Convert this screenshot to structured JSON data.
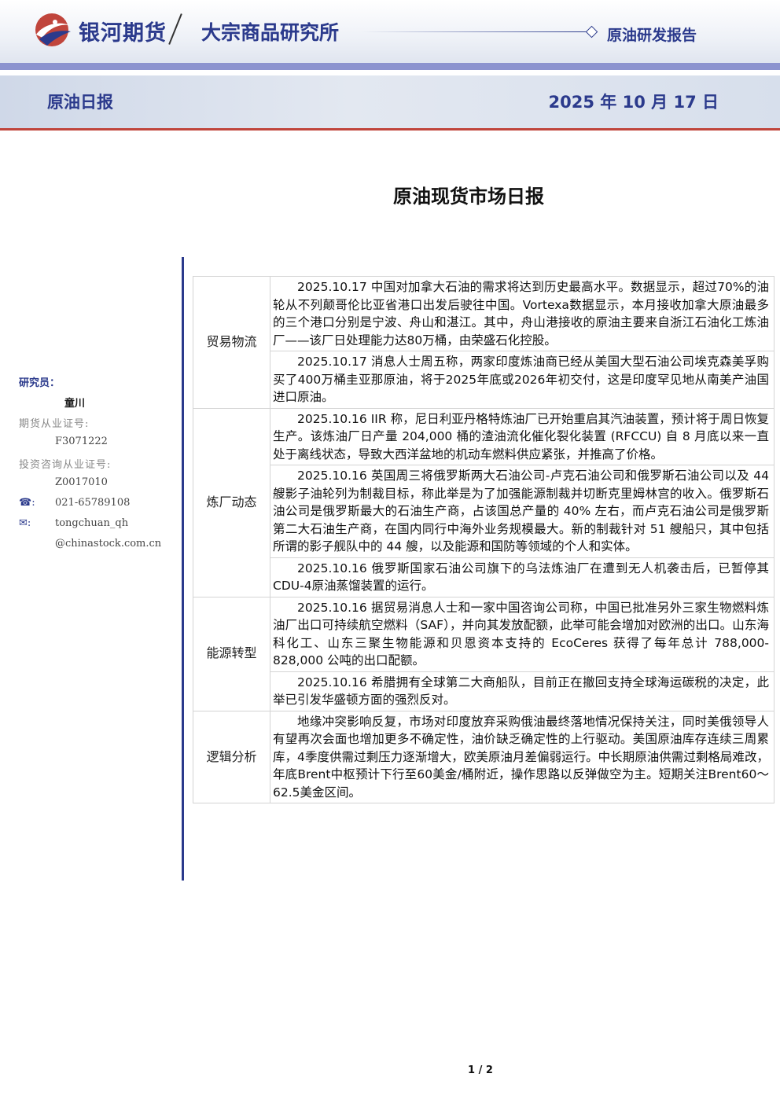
{
  "header": {
    "brand": "银河期货",
    "institute": "大宗商品研究所",
    "report_type": "原油研发报告",
    "daily_title": "原油日报",
    "date": "2025 年 10 月 17 日",
    "accent_color": "#2b3a8c",
    "red_color": "#c0453c"
  },
  "main_title": "原油现货市场日报",
  "sidebar": {
    "researcher_label": "研究员：",
    "researcher_name": "童川",
    "futures_cert_label": "期货从业证号:",
    "futures_cert": "F3071222",
    "advisory_cert_label": "投资咨询从业证号:",
    "advisory_cert": "Z0017010",
    "phone_icon": "☎:",
    "phone": "021-65789108",
    "email_icon": "✉:",
    "email_user": "tongchuan_qh",
    "email_domain": "@chinastock.com.cn"
  },
  "sections": [
    {
      "category": "贸易物流",
      "items": [
        "2025.10.17 中国对加拿大石油的需求将达到历史最高水平。数据显示，超过70%的油轮从不列颠哥伦比亚省港口出发后驶往中国。Vortexa数据显示，本月接收加拿大原油最多的三个港口分别是宁波、舟山和湛江。其中，舟山港接收的原油主要来自浙江石油化工炼油厂——该厂日处理能力达80万桶，由荣盛石化控股。",
        "2025.10.17 消息人士周五称，两家印度炼油商已经从美国大型石油公司埃克森美孚购买了400万桶圭亚那原油，将于2025年底或2026年初交付，这是印度罕见地从南美产油国进口原油。"
      ]
    },
    {
      "category": "炼厂动态",
      "items": [
        "2025.10.16 IIR 称，尼日利亚丹格特炼油厂已开始重启其汽油装置，预计将于周日恢复生产。该炼油厂日产量 204,000 桶的渣油流化催化裂化装置 (RFCCU) 自 8 月底以来一直处于离线状态，导致大西洋盆地的机动车燃料供应紧张，并推高了价格。",
        "2025.10.16 英国周三将俄罗斯两大石油公司-卢克石油公司和俄罗斯石油公司以及 44 艘影子油轮列为制裁目标，称此举是为了加强能源制裁并切断克里姆林宫的收入。俄罗斯石油公司是俄罗斯最大的石油生产商，占该国总产量的 40% 左右，而卢克石油公司是俄罗斯第二大石油生产商，在国内同行中海外业务规模最大。新的制裁针对 51 艘船只，其中包括所谓的影子舰队中的 44 艘，以及能源和国防等领域的个人和实体。",
        "2025.10.16 俄罗斯国家石油公司旗下的乌法炼油厂在遭到无人机袭击后，已暂停其CDU-4原油蒸馏装置的运行。"
      ]
    },
    {
      "category": "能源转型",
      "items": [
        "2025.10.16 据贸易消息人士和一家中国咨询公司称，中国已批准另外三家生物燃料炼油厂出口可持续航空燃料（SAF），并向其发放配额，此举可能会增加对欧洲的出口。山东海科化工、山东三聚生物能源和贝恩资本支持的 EcoCeres 获得了每年总计 788,000-828,000 公吨的出口配额。",
        "2025.10.16 希腊拥有全球第二大商船队，目前正在撤回支持全球海运碳税的决定，此举已引发华盛顿方面的强烈反对。"
      ]
    },
    {
      "category": "逻辑分析",
      "items": [
        "地缘冲突影响反复，市场对印度放弃采购俄油最终落地情况保持关注，同时美俄领导人有望再次会面也增加更多不确定性，油价缺乏确定性的上行驱动。美国原油库存连续三周累库，4季度供需过剩压力逐渐增大，欧美原油月差偏弱运行。中长期原油供需过剩格局难改，年底Brent中枢预计下行至60美金/桶附近，操作思路以反弹做空为主。短期关注Brent60～62.5美金区间。"
      ]
    }
  ],
  "page_number": "1 / 2"
}
